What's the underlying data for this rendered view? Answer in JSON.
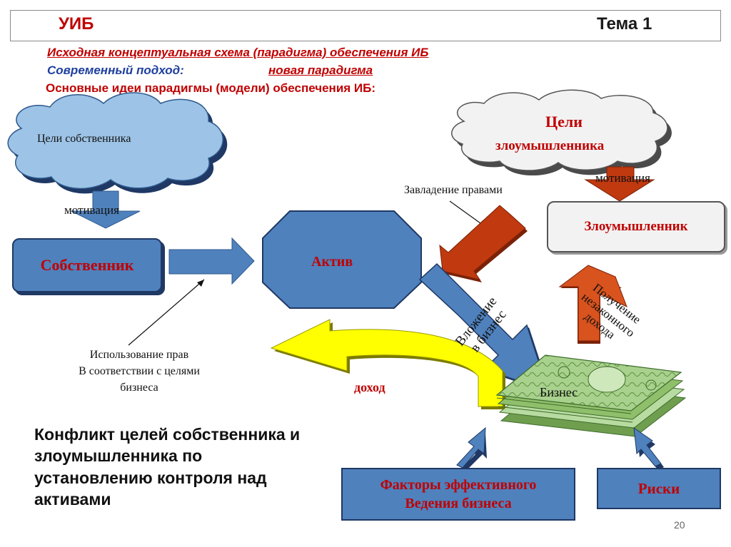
{
  "header": {
    "left": "УИБ",
    "right": "Тема 1"
  },
  "subtitle": {
    "line1": "Исходная концептуальная схема (парадигма) обеспечения ИБ",
    "line2_label": "Современный подход:",
    "line2_value": "новая парадигма",
    "line3": "Основные идеи парадигмы (модели) обеспечения ИБ:"
  },
  "diagram": {
    "owner_goals": "Цели собственника",
    "attacker_goals_1": "Цели",
    "attacker_goals_2": "злоумышленника",
    "motivation_left": "мотивация",
    "motivation_right": "мотивация",
    "owner": "Собственник",
    "asset": "Актив",
    "attacker": "Злоумышленник",
    "rights_seizure": "Завладение правами",
    "rights_usage_1": "Использование прав",
    "rights_usage_2": "В соответствии с целями",
    "rights_usage_3": "бизнеса",
    "investment_1": "Вложение",
    "investment_2": "в бизнес",
    "illegal_income_1": "Получение",
    "illegal_income_2": "незаконного",
    "illegal_income_3": "дохода",
    "income": "доход",
    "business": "Бизнес",
    "factors_1": "Факторы эффективного",
    "factors_2": "Ведения бизнеса",
    "risks": "Риски"
  },
  "conflict": {
    "line1": "Конфликт целей собственника и",
    "line2": "злоумышленника по",
    "line3": "установлению контроля над",
    "line4": "активами"
  },
  "page_number": "20",
  "colors": {
    "accent_red": "#c00000",
    "blue_box": "#4f81bd",
    "cloud_blue": "#9dc3e6",
    "arrow_red": "#c0390f",
    "arrow_yellow": "#ffff00",
    "money_green": "#8fbf6a"
  }
}
